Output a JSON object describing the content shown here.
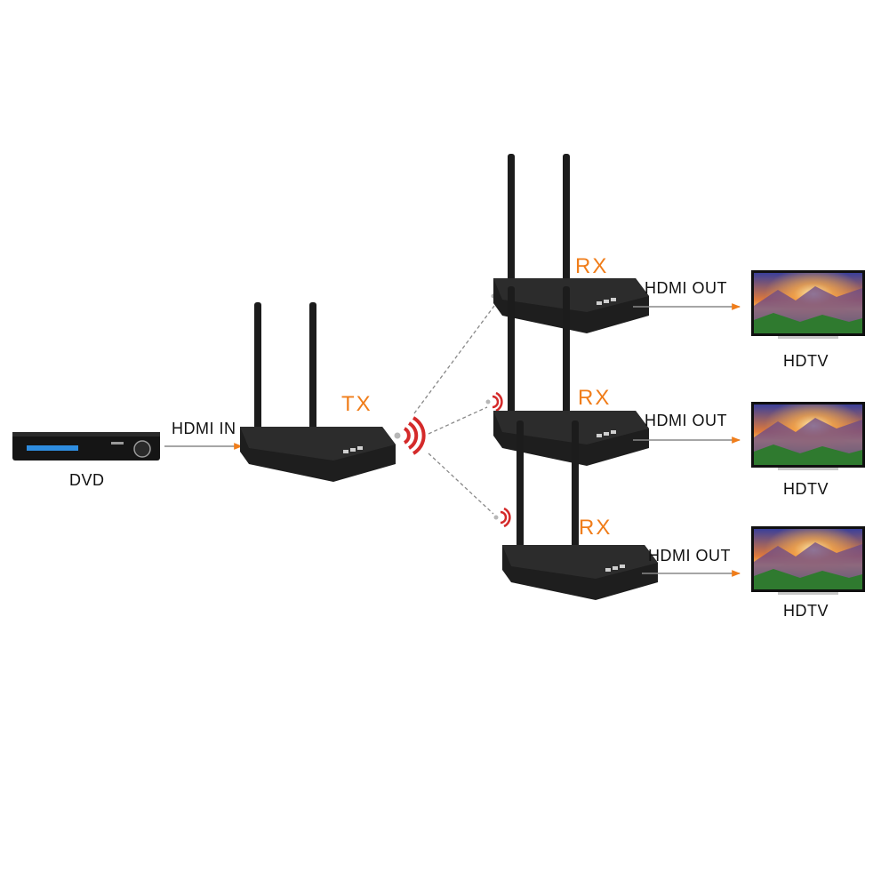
{
  "source": {
    "label": "DVD",
    "link_label": "HDMI IN"
  },
  "transmitter": {
    "label": "TX"
  },
  "receivers": [
    {
      "label": "RX",
      "link_label": "HDMI OUT",
      "display_label": "HDTV"
    },
    {
      "label": "RX",
      "link_label": "HDMI OUT",
      "display_label": "HDTV"
    },
    {
      "label": "RX",
      "link_label": "HDMI OUT",
      "display_label": "HDTV"
    }
  ],
  "colors": {
    "accent": "#f07d1a",
    "signal": "#d42a2a",
    "device": "#1e1e1e",
    "link": "#888888"
  },
  "icons": [
    "dvd-player-icon",
    "antenna-box-icon",
    "wireless-signal-icon",
    "tv-icon",
    "arrow-right-icon"
  ]
}
